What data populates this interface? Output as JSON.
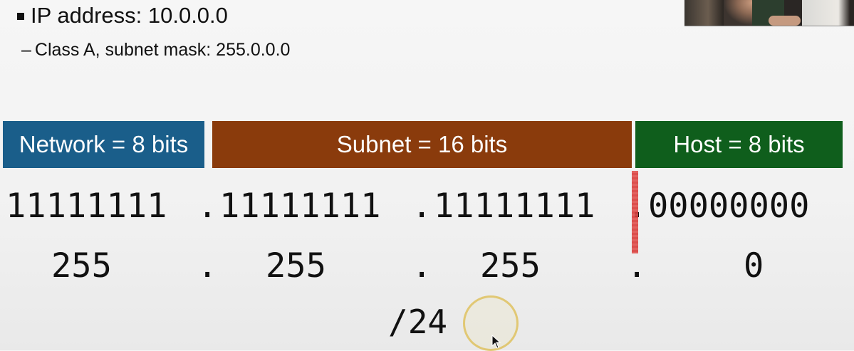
{
  "slide": {
    "bullet1": "IP address: 10.0.0.0",
    "bullet2_dash": "–",
    "bullet2": "Class A, subnet mask: 255.0.0.0"
  },
  "blocks": {
    "network": "Network = 8 bits",
    "subnet": "Subnet = 16 bits",
    "host": "Host = 8 bits",
    "colors": {
      "network": "#1a5e8a",
      "subnet": "#8a3b0c",
      "host": "#0f5e1c"
    }
  },
  "binary": {
    "octet1": "11111111",
    "octet2": "11111111",
    "octet3": "11111111",
    "octet4": "00000000",
    "dot": "."
  },
  "decimal": {
    "octet1": "255",
    "octet2": "255",
    "octet3": "255",
    "octet4": "0",
    "dot": "."
  },
  "prefix": "/24",
  "icons": {
    "bullet": "square-bullet-icon",
    "cursor": "mouse-pointer-icon",
    "highlight": "cursor-highlight-ring",
    "divider": "red-divider-line"
  }
}
